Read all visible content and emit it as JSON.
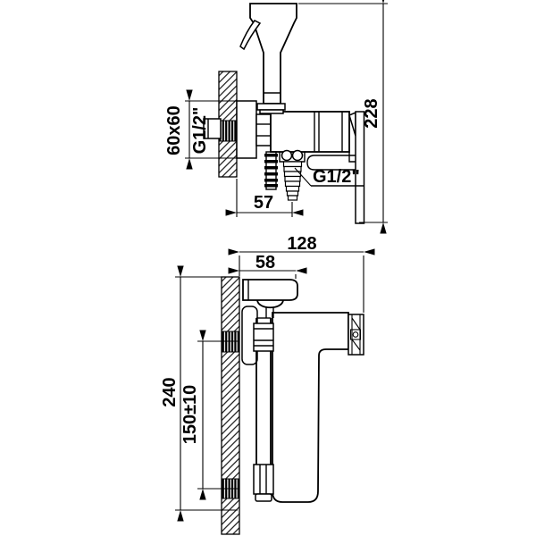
{
  "colors": {
    "line": "#000000",
    "background": "#ffffff"
  },
  "side_view": {
    "overall_height": "228",
    "wall_plate_size": "60x60",
    "inlet_thread": "G1/2\"",
    "hose_outlet_thread": "G1/2\"",
    "hose_offset_from_wall": "57"
  },
  "front_view": {
    "overall_depth": "128",
    "handle_length": "58",
    "overall_height": "240",
    "inlet_spacing": "150±10"
  }
}
